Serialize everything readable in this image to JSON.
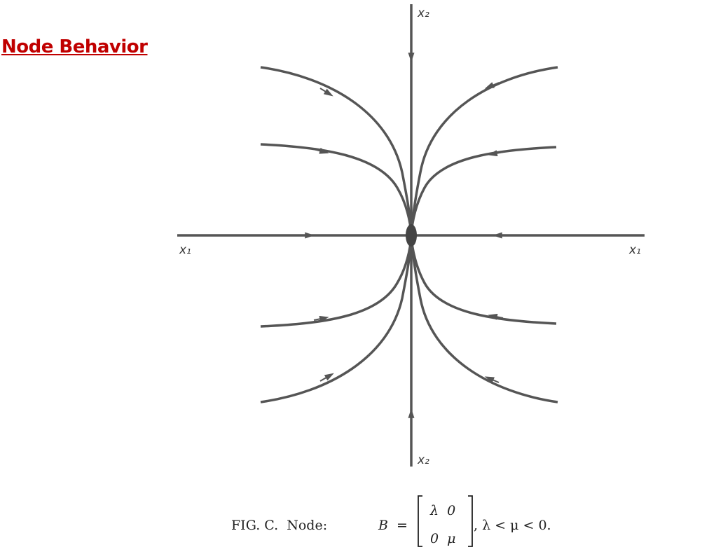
{
  "title": "Node Behavior",
  "diagram": {
    "stroke_color": "#555555",
    "title_color": "#c00000",
    "axis_labels": {
      "x_left": "x₁",
      "x_right": "x₁",
      "y_top": "x₂",
      "y_bottom": "x₂"
    }
  },
  "caption": {
    "prefix": "FIG. C.  Node:",
    "matrix_name": "B",
    "equals": "=",
    "matrix_row1": "λ  0",
    "matrix_row2": "0  μ",
    "condition": ", λ < μ < 0."
  }
}
